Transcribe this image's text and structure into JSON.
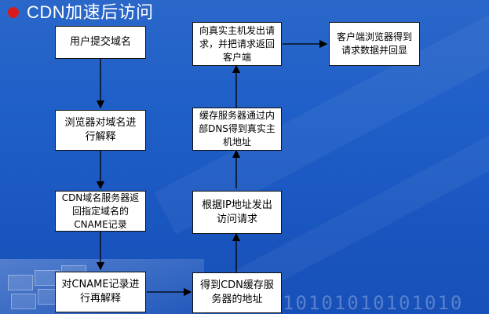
{
  "title": "CDN加速后访问",
  "boxes": {
    "submit_domain": "用户提交域名",
    "browser_resolve": "浏览器对域名进行解释",
    "cdn_dns_return": "CDN域名服务器返回指定域名的CNAME记录",
    "cname_resolve": "对CNAME记录进行再解释",
    "get_cache_addr": "得到CDN缓存服务器的地址",
    "send_request": "根据IP地址发出访问请求",
    "internal_dns": "缓存服务器通过内部DNS得到真实主机地址",
    "forward_request": "向真实主机发出请求，并把请求返回客户端",
    "browser_display": "客户端浏览器得到请求数据并回显"
  },
  "decor": {
    "binary": "10101010101010"
  }
}
